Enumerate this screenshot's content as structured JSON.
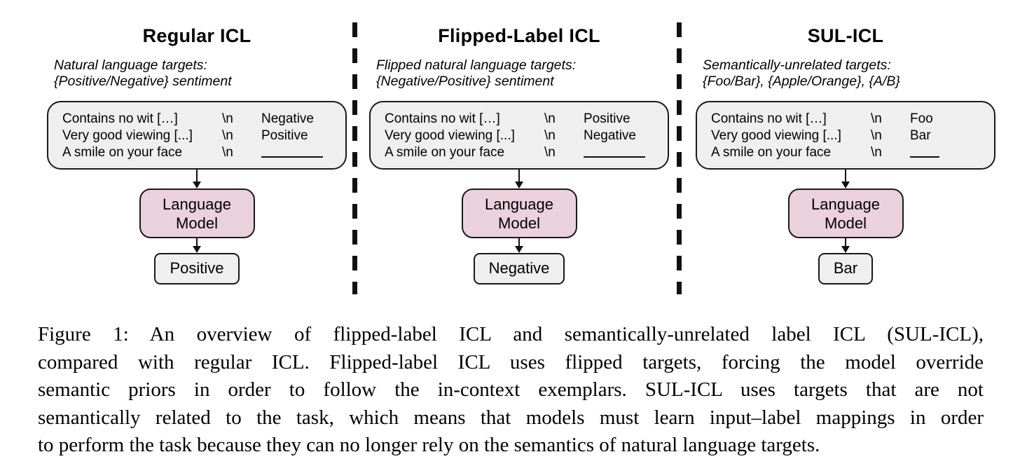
{
  "figure": {
    "caption_lines": [
      "Figure 1:  An overview of flipped-label ICL and semantically-unrelated label ICL (SUL-ICL),",
      "compared with regular ICL. Flipped-label ICL uses flipped targets, forcing the model override",
      "semantic priors in order to follow the in-context exemplars.  SUL-ICL uses targets that are not",
      "semantically related to the task, which means that models must learn input–label mappings in order",
      "to perform the task because they can no longer rely on the semantics of natural language targets."
    ]
  },
  "colors": {
    "language_model_fill": "#ead1dc",
    "exemplar_box_fill": "#efefef",
    "border": "#1a1a1a"
  },
  "panels": [
    {
      "title": "Regular ICL",
      "subtitle_line1": "Natural language targets:",
      "subtitle_line2": "{Positive/Negative} sentiment",
      "rows": [
        {
          "input": "Contains no wit […]",
          "sep": "\\n",
          "label": "Negative"
        },
        {
          "input": "Very good viewing [...]",
          "sep": "\\n",
          "label": "Positive"
        },
        {
          "input": "A smile on your face",
          "sep": "\\n",
          "label": ""
        }
      ],
      "model_line1": "Language",
      "model_line2": "Model",
      "output": "Positive"
    },
    {
      "title": "Flipped-Label ICL",
      "subtitle_line1": "Flipped natural language targets:",
      "subtitle_line2": "{Negative/Positive} sentiment",
      "rows": [
        {
          "input": "Contains no wit […]",
          "sep": "\\n",
          "label": "Positive"
        },
        {
          "input": "Very good viewing [...]",
          "sep": "\\n",
          "label": "Negative"
        },
        {
          "input": "A smile on your face",
          "sep": "\\n",
          "label": ""
        }
      ],
      "model_line1": "Language",
      "model_line2": "Model",
      "output": "Negative"
    },
    {
      "title": "SUL-ICL",
      "subtitle_line1": "Semantically-unrelated targets:",
      "subtitle_line2": "{Foo/Bar}, {Apple/Orange}, {A/B}",
      "rows": [
        {
          "input": "Contains no wit […]",
          "sep": "\\n",
          "label": "Foo"
        },
        {
          "input": "Very good viewing [...]",
          "sep": "\\n",
          "label": "Bar"
        },
        {
          "input": "A smile on your face",
          "sep": "\\n",
          "label": ""
        }
      ],
      "model_line1": "Language",
      "model_line2": "Model",
      "output": "Bar"
    }
  ]
}
